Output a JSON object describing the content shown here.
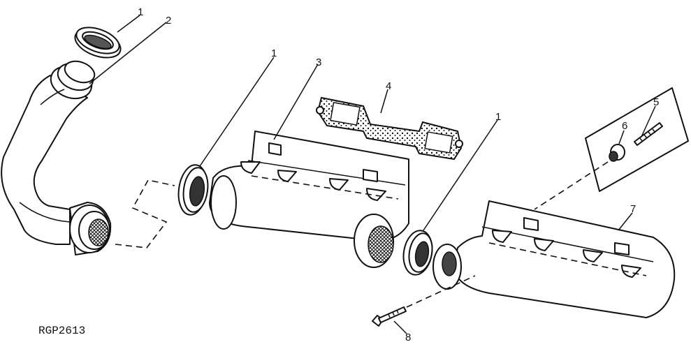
{
  "figure_id": "RGP2613",
  "callouts": [
    {
      "id": "callout-1a",
      "label": "1"
    },
    {
      "id": "callout-2",
      "label": "2"
    },
    {
      "id": "callout-1b",
      "label": "1"
    },
    {
      "id": "callout-3",
      "label": "3"
    },
    {
      "id": "callout-4",
      "label": "4"
    },
    {
      "id": "callout-5",
      "label": "5"
    },
    {
      "id": "callout-6",
      "label": "6"
    },
    {
      "id": "callout-1c",
      "label": "1"
    },
    {
      "id": "callout-7",
      "label": "7"
    },
    {
      "id": "callout-8",
      "label": "8"
    }
  ]
}
